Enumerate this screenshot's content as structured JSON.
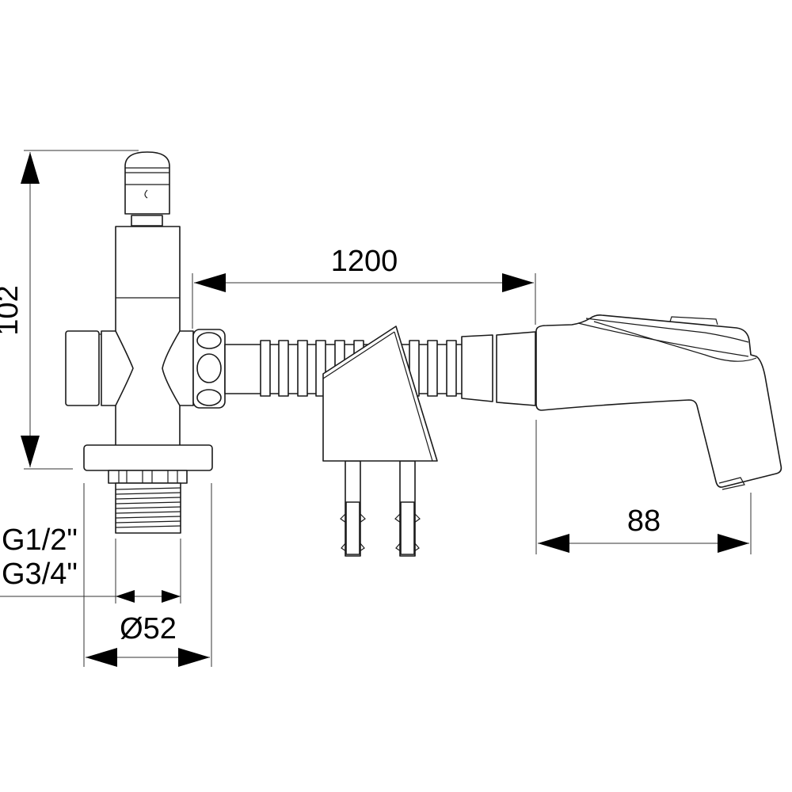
{
  "drawing": {
    "title": "Tap valve with hose and hand shower - dimension drawing",
    "dimensions": {
      "height": "102",
      "hose_length": "1200",
      "handshower_length": "88",
      "base_diameter": "Ø52",
      "thread_1": "G1/2\"",
      "thread_2": "G3/4\""
    },
    "colors": {
      "line": "#1a1a1a",
      "background": "#ffffff"
    }
  }
}
